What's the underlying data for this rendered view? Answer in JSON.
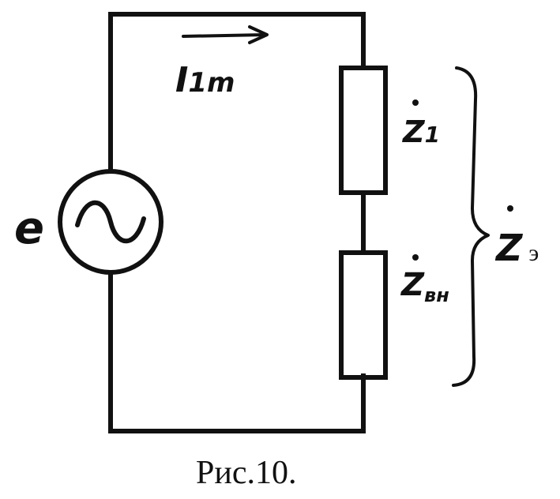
{
  "labels": {
    "source_emf": "e",
    "current_main": "I",
    "current_sub": "1m",
    "z1_main": "Z",
    "z1_sub": "1",
    "zvn_main": "Z",
    "zvn_sub": "вн",
    "ze_main": "Z",
    "ze_sub": "э",
    "caption": "Рис.10."
  },
  "colors": {
    "ink": "#111111",
    "background": "#ffffff"
  },
  "icons": {
    "source_symbol": "ac-source-icon",
    "current_arrow": "arrow-right-icon",
    "brace": "right-brace-icon"
  }
}
